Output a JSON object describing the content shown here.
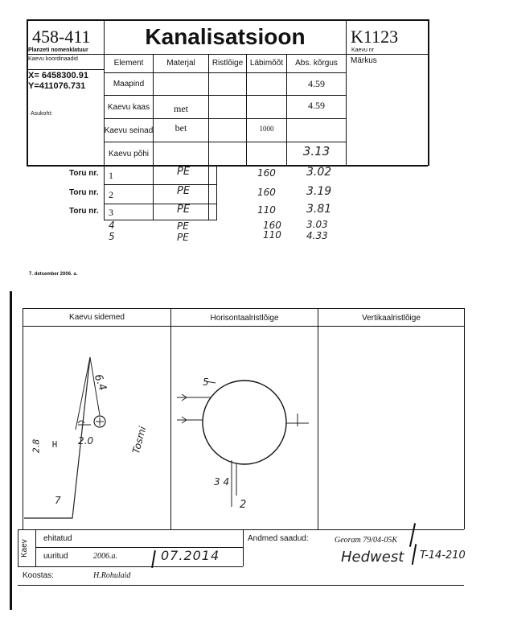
{
  "header": {
    "map_number": "458-411",
    "map_caption": "Planzeti nomenklatuur",
    "title": "Kanalisatsioon",
    "well_id": "K1123",
    "well_caption": "Kaevu nr"
  },
  "coords": {
    "caption": "Kaevu koordinaadid",
    "x": "X= 6458300.91",
    "y": "Y=411076.731",
    "location_label": "Asukoht:"
  },
  "columns": {
    "element": "Element",
    "material": "Materjal",
    "cross": "Ristlõige",
    "diameter": "Läbimõõt",
    "abs_height": "Abs. kõrgus",
    "remarks": "Märkus"
  },
  "rows": [
    {
      "label": "Maapind",
      "material": "",
      "diameter": "",
      "height": "4.59"
    },
    {
      "label": "Kaevu kaas",
      "material": "met",
      "diameter": "",
      "height": "4.59"
    },
    {
      "label": "Kaevu seinad",
      "material": "bet",
      "diameter": "1000",
      "height": ""
    },
    {
      "label": "Kaevu põhi",
      "material": "",
      "diameter": "",
      "height": "3.13"
    }
  ],
  "pipes": [
    {
      "label": "Toru nr.",
      "num": "1",
      "material": "PE",
      "diameter": "160",
      "height": "3.02"
    },
    {
      "label": "Toru nr.",
      "num": "2",
      "material": "PE",
      "diameter": "160",
      "height": "3.19"
    },
    {
      "label": "Toru nr.",
      "num": "3",
      "material": "PE",
      "diameter": "110",
      "height": "3.81"
    }
  ],
  "extra_pipes": [
    {
      "num": "4",
      "material": "PE",
      "diameter": "160",
      "height": "3.03"
    },
    {
      "num": "5",
      "material": "PE",
      "diameter": "110",
      "height": "4.33"
    }
  ],
  "date": "7. detsember 2006. a.",
  "sketch": {
    "col1": "Kaevu sidemed",
    "col2": "Horisontaalristlõige",
    "col3": "Vertikaalristlõige",
    "left_notes": {
      "dist1": "6.4",
      "dist2": "2.0",
      "dist3": "2.8",
      "num7": "7"
    },
    "street_note": "Tosmi",
    "center_notes": {
      "n5": "5",
      "n34": "3 4",
      "n2": "2"
    }
  },
  "footer": {
    "side_label": "Kaev",
    "built_label": "ehitatud",
    "measured_label": "uuritud",
    "measured_year": "2006.a.",
    "measured_date": "07.2014",
    "data_from_label": "Andmed saadud:",
    "data_from_value": "Georam 79/04-05K",
    "signature": "Hedwest",
    "signature_code": "T-14-210",
    "compiled_label": "Koostas:",
    "compiled_value": "H.Rohulaid"
  }
}
